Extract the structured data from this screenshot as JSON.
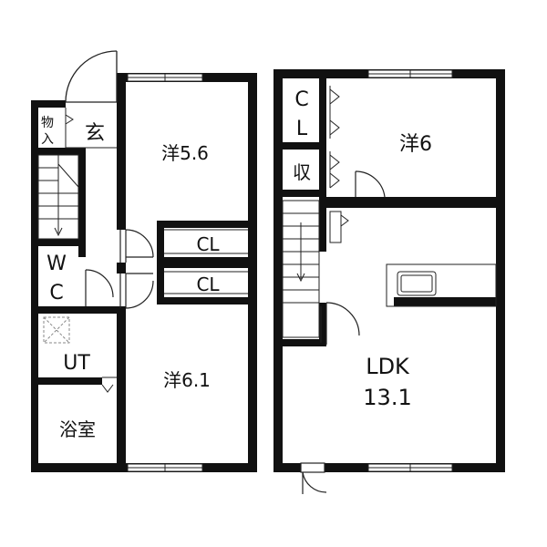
{
  "floor_1": {
    "rooms": {
      "storage_top": "物",
      "storage_bottom": "入",
      "entrance": "玄",
      "western_room_a": "洋5.6",
      "closet_a": "CL",
      "closet_b": "CL",
      "western_room_b": "洋6.1",
      "toilet_top": "W",
      "toilet_bottom": "C",
      "utility": "UT",
      "bathroom": "浴室"
    }
  },
  "floor_2": {
    "rooms": {
      "closet_top": "C",
      "closet_bottom": "L",
      "storage": "収",
      "western_room": "洋6",
      "ldk": "LDK",
      "ldk_size": "13.1"
    }
  },
  "colors": {
    "wall": "#111111",
    "line": "#222222",
    "background": "#ffffff"
  }
}
